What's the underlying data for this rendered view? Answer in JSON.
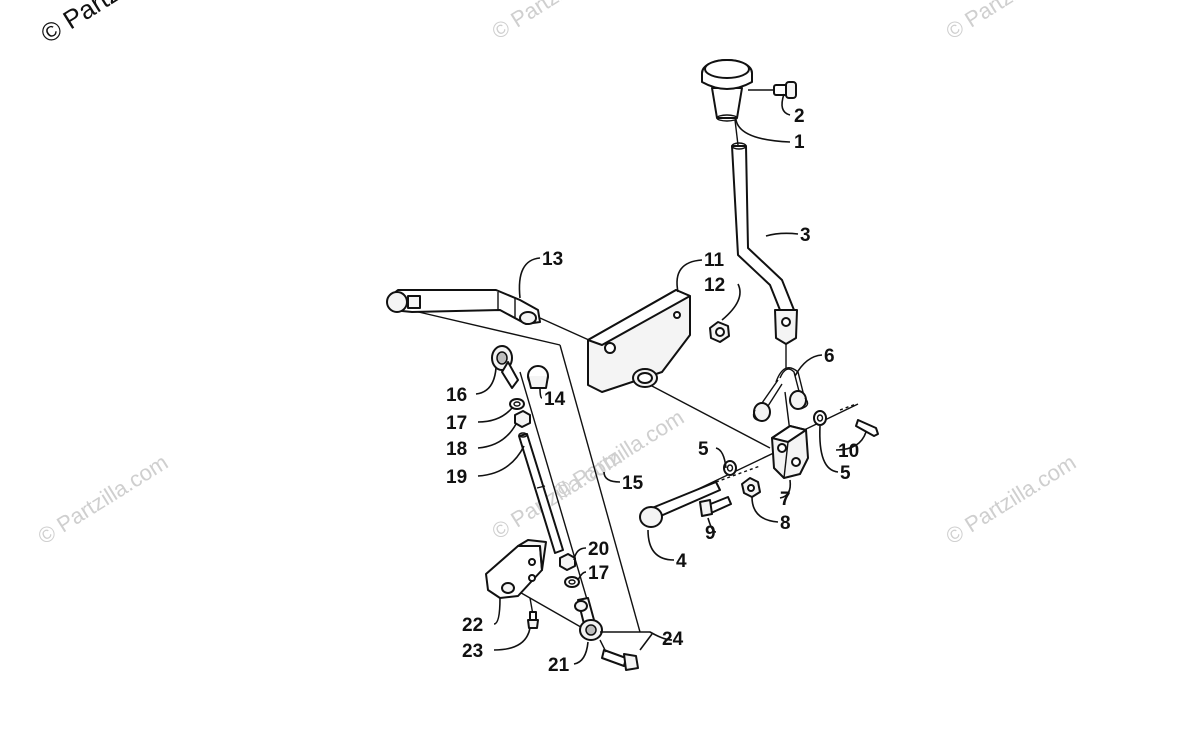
{
  "watermarks": [
    "© Partzilla.com",
    "© Partzilla.com",
    "© Partzilla.com",
    "© Partzilla.com",
    "© Partzilla.com",
    "© Partzilla.com",
    "© Partzilla.com"
  ],
  "callouts": [
    "1",
    "2",
    "3",
    "4",
    "5",
    "5",
    "6",
    "7",
    "8",
    "9",
    "10",
    "11",
    "12",
    "13",
    "14",
    "15",
    "16",
    "17",
    "17",
    "18",
    "19",
    "20",
    "21",
    "22",
    "23",
    "24"
  ]
}
